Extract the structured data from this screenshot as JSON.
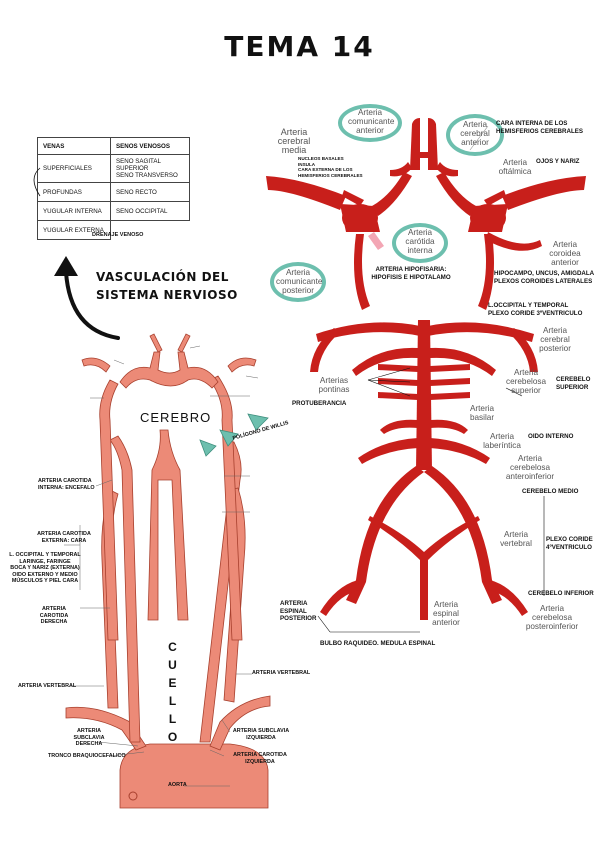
{
  "title": "TEMA 14",
  "venous_table": {
    "headers": [
      "VENAS",
      "SENOS VENOSOS"
    ],
    "rows": [
      [
        "SUPERFICIALES",
        "SENO SAGITAL SUPERIOR\nSENO TRANSVERSO"
      ],
      [
        "PROFUNDAS",
        "SENO RECTO"
      ],
      [
        "YUGULAR INTERNA",
        "SENO OCCIPITAL"
      ],
      [
        "YUGULAR EXTERNA",
        ""
      ]
    ],
    "caption": "DRENAJE VENOSO"
  },
  "vascular_title": "VASCULACIÓN DEL SISTEMA NERVIOSO",
  "neck_diagram": {
    "cerebro": "CEREBRO",
    "poligono": "POLÍGONO DE WILLIS",
    "cuello_letters": [
      "C",
      "U",
      "E",
      "L",
      "L",
      "O"
    ],
    "labels": {
      "carotida_interna": "ARTERIA CAROTIDA INTERNA: ENCEFALO",
      "carotida_externa": "ARTERIA CAROTIDA EXTERNA: CARA",
      "occipital": "L. OCCIPITAL Y TEMPORAL\nLARINGE, FARINGE\nBOCA Y NARIZ (EXTERNA)\nOIDO EXTERNO Y MEDIO\nMÚSCULOS Y PIEL CARA",
      "carotida_derecha": "ARTERIA CAROTIDA DERECHA",
      "vertebral_left": "ARTERIA VERTEBRAL",
      "vertebral_right": "ARTERIA VERTEBRAL",
      "subclavia_derecha": "ARTERIA SUBCLAVIA DERECHA",
      "tronco": "TRONCO BRAQUIOCEFALICO",
      "subclavia_izquierda": "ARTERIA SUBCLAVIA IZQUIERDA",
      "carotida_izquierda": "ARTERIA CAROTIDA IZQUIERDA",
      "aorta": "AORTA"
    }
  },
  "willis_diagram": {
    "bubbles": {
      "comunicante_anterior": "Arteria comunicante anterior",
      "cerebral_anterior": "Arteria cerebral anterior",
      "carotida_interna": "Arteria carótida interna",
      "comunicante_posterior": "Arteria comunicante posterior"
    },
    "artery_labels": {
      "cerebral_media": "Arteria cerebral media",
      "oftalmica": "Arteria oftálmica",
      "coroidea": "Arteria coroidea anterior",
      "cerebral_posterior": "Arteria cerebral posterior",
      "pontinas": "Arterias pontinas",
      "cerebelosa_superior": "Arteria cerebelosa superior",
      "basilar": "Arteria basilar",
      "laberintica": "Arteria laberíntica",
      "cerebelosa_anteroinferior": "Arteria cerebelosa anteroinferior",
      "vertebral": "Arteria vertebral",
      "espinal_anterior": "Arteria espinal anterior",
      "cerebelosa_posteroinferior": "Arteria cerebelosa posteroinferior"
    },
    "notes": {
      "nucleos": "NUCLEOS BASALES\nINSULA\nCARA EXTERNA DE LOS\nHEMISFERIOS CEREBRALES",
      "cara_interna": "CARA INTERNA DE LOS\nHEMISFERIOS CEREBRALES",
      "ojos": "OJOS Y NARIZ",
      "hipofisaria": "ARTERIA HIPOFISARIA:\nHIPOFISIS E HIPOTALAMO",
      "hipocampo": "HIPOCAMPO, UNCUS, AMIGDALA\nPLEXOS COROIDES LATERALES",
      "occipital_temporal": "L.OCCIPITAL Y TEMPORAL\nPLEXO CORIDE 3ºVENTRICULO",
      "cerebelo_superior": "CEREBELO\nSUPERIOR",
      "protuberancia": "PROTUBERANCIA",
      "oido_interno": "OIDO INTERNO",
      "cerebelo_medio": "CEREBELO MEDIO",
      "plexo_4": "PLEXO CORIDE\n4ºVENTRICULO",
      "cerebelo_inferior": "CEREBELO INFERIOR",
      "espinal_posterior": "ARTERIA\nESPINAL\nPOSTERIOR",
      "bulbo": "BULBO RAQUIDEO. MEDULA ESPINAL"
    }
  },
  "colors": {
    "artery": "#c81f1b",
    "neck_artery": "#e8735f",
    "bubble": "#6dbfae"
  }
}
